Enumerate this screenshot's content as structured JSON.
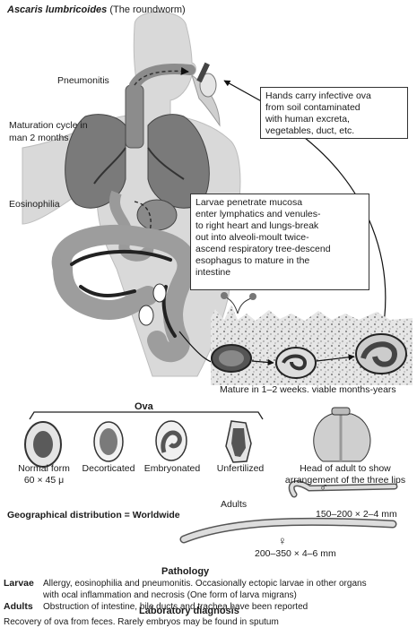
{
  "title": {
    "species": "Ascaris lumbricoides",
    "common": "(The roundworm)"
  },
  "labels": {
    "pneumonitis": "Pneumonitis",
    "maturation": [
      "Maturation cycle in",
      "man 2 months"
    ],
    "eosinophilia": "Eosinophilia",
    "hands_box": [
      "Hands carry infective ova",
      "from soil contaminated",
      "with human excreta,",
      "vegetables, duct, etc."
    ],
    "larvae_box": [
      "Larvae penetrate mucosa",
      "enter lymphatics and venules-",
      "to right heart and lungs-break",
      "out into alveoli-moult twice-",
      "ascend respiratory tree-descend",
      "esophagus to mature in the",
      "intestine"
    ],
    "mature": "Mature in 1–2 weeks. viable months-years"
  },
  "ova": {
    "heading": "Ova",
    "items": [
      {
        "label": "Normal form",
        "sub": "60 × 45 μ"
      },
      {
        "label": "Decorticated",
        "sub": ""
      },
      {
        "label": "Embryonated",
        "sub": ""
      },
      {
        "label": "Unfertilized",
        "sub": ""
      }
    ],
    "head_caption": [
      "Head of adult to show",
      "arrangement of the three lips"
    ]
  },
  "adults": {
    "label": "Adults",
    "male_symbol": "♂",
    "female_symbol": "♀",
    "male_size": "150–200 × 2–4 mm",
    "female_size": "200–350 × 4–6 mm"
  },
  "distribution": "Geographical distribution = Worldwide",
  "pathology": {
    "heading": "Pathology",
    "rows": [
      {
        "term": "Larvae",
        "text": [
          "Allergy, eosinophilia and pneumonitis. Occasionally ectopic larvae in other organs",
          "with ocal inflammation and necrosis (One form of larva migrans)"
        ]
      },
      {
        "term": "Adults",
        "text": [
          "Obstruction of intestine, bile ducts and trachea have been reported"
        ]
      }
    ]
  },
  "lab": {
    "heading": "Laboratory diagnosis",
    "text": "Recovery of ova from feces. Rarely embryos may be found in sputum"
  }
}
